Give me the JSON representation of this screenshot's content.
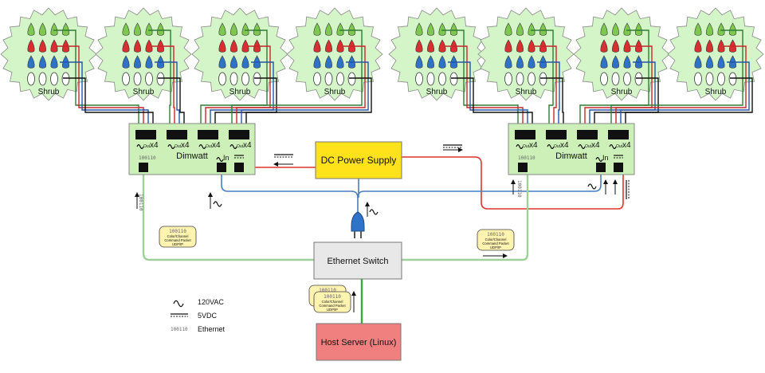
{
  "shrub_label": "Shrub",
  "dimwatt": {
    "title": "Dimwatt",
    "out_label": "Out",
    "out_count": "x4",
    "in_label": "In",
    "eth_bits": "100110"
  },
  "power_supply": {
    "label": "DC Power Supply"
  },
  "ethernet_switch": {
    "label": "Ethernet Switch"
  },
  "host_server": {
    "label": "Host Server (Linux)"
  },
  "packet": {
    "bits": "100110",
    "line1": "Color/Channel",
    "line2": "Command Packet",
    "line3": "UDP/IP"
  },
  "legend": [
    {
      "symbol": "ac",
      "label": "120VAC"
    },
    {
      "symbol": "dc",
      "label": "5VDC"
    },
    {
      "symbol": "eth",
      "label": "Ethernet"
    }
  ],
  "colors": {
    "shrub_fill": "#d4f5c8",
    "dimwatt_fill": "#ccf0b8",
    "psu_fill": "#ffe21a",
    "switch_fill": "#e8e8e8",
    "host_fill": "#f08080",
    "packet_fill": "#fff3b0",
    "wire_green": "#2e7d32",
    "wire_red": "#c62828",
    "wire_blue": "#2255aa",
    "wire_black": "#111111",
    "ac_blue": "#4a7fc0",
    "dc_red": "#e0342c",
    "eth_green": "#9fd09a",
    "bulb_green": "#7ec850",
    "bulb_red": "#d83030",
    "bulb_blue": "#2f73c8",
    "bulb_white": "#ffffff"
  }
}
